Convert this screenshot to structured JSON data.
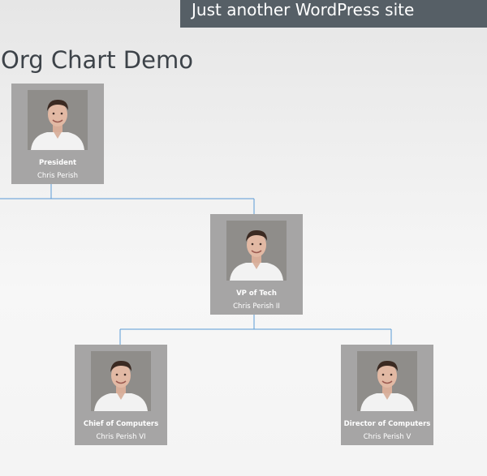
{
  "site": {
    "tagline": "Just another WordPress site"
  },
  "page": {
    "title": "Org Chart Demo"
  },
  "org_chart": {
    "line_color": "#5a9bd6",
    "node_color": "#a6a5a5",
    "nodes": [
      {
        "id": "president",
        "title": "President",
        "name": "Chris Perish",
        "icon": "person-photo-icon"
      },
      {
        "id": "vp-tech",
        "title": "VP of Tech",
        "name": "Chris Perish II",
        "icon": "person-photo-icon"
      },
      {
        "id": "chief-computers",
        "title": "Chief of Computers",
        "name": "Chris Perish VI",
        "icon": "person-photo-icon"
      },
      {
        "id": "director-computers",
        "title": "Director of Computers",
        "name": "Chris Perish V",
        "icon": "person-photo-icon"
      }
    ]
  }
}
